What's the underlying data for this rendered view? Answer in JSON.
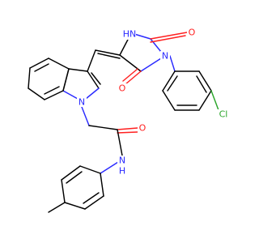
{
  "molecule": {
    "atoms": {
      "nh_imide": "HN",
      "o_imide_top": "O",
      "n_imide": "N",
      "o_imide_bottom": "O",
      "cl": "Cl",
      "n_indole": "N",
      "o_amide": "O",
      "n_amide": "N",
      "h_amide": "H"
    },
    "colors": {
      "carbon_bond": "#000000",
      "nitrogen": "#2a2aff",
      "oxygen": "#ff2020",
      "chlorine": "#2aa52a",
      "background": "#ffffff"
    }
  }
}
